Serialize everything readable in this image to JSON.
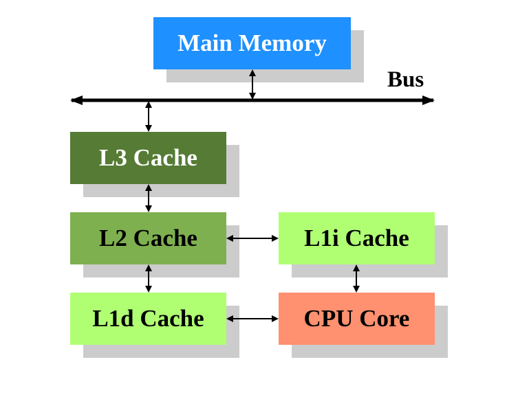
{
  "colors": {
    "main_memory": "#1e90ff",
    "l3_cache": "#557b35",
    "l2_cache": "#7fb04f",
    "l1i_cache": "#b0ff73",
    "l1d_cache": "#b0ff73",
    "cpu_core": "#ff9070",
    "shadow": "#cccccc",
    "line": "#000000"
  },
  "diagram": {
    "bus_label": "Bus",
    "boxes": {
      "main_memory": "Main Memory",
      "l3_cache": "L3 Cache",
      "l2_cache": "L2 Cache",
      "l1i_cache": "L1i Cache",
      "l1d_cache": "L1d Cache",
      "cpu_core": "CPU Core"
    }
  }
}
